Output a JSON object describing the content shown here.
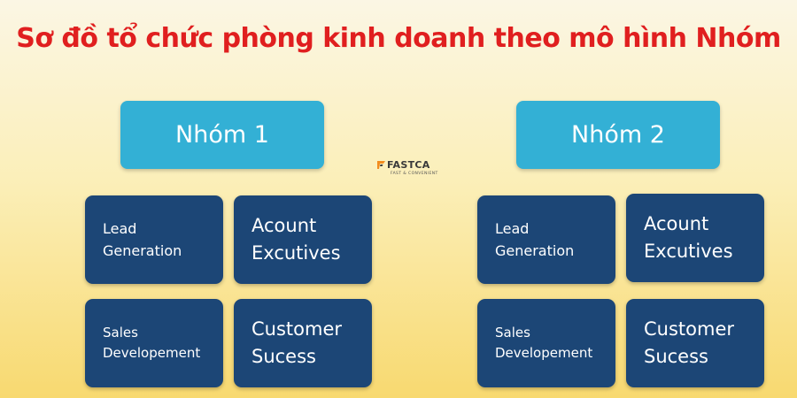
{
  "title": "Sơ đồ tổ chức phòng kinh doanh theo mô hình Nhóm",
  "logo": {
    "name": "FASTCA",
    "tagline": "FAST & CONVENIENT"
  },
  "groups": [
    {
      "name": "Nhóm 1",
      "cards": [
        "Lead\nGeneration",
        "Acount\nExcutives",
        "Sales\nDevelopement",
        "Customer\nSucess"
      ]
    },
    {
      "name": "Nhóm 2",
      "cards": [
        "Lead\nGeneration",
        "Acount\nExcutives",
        "Sales\nDevelopement",
        "Customer\nSucess"
      ]
    }
  ],
  "colors": {
    "title": "#e01f1f",
    "group_header": "#33b0d5",
    "card": "#1c4676",
    "logo_accent": "#f28c1e"
  }
}
